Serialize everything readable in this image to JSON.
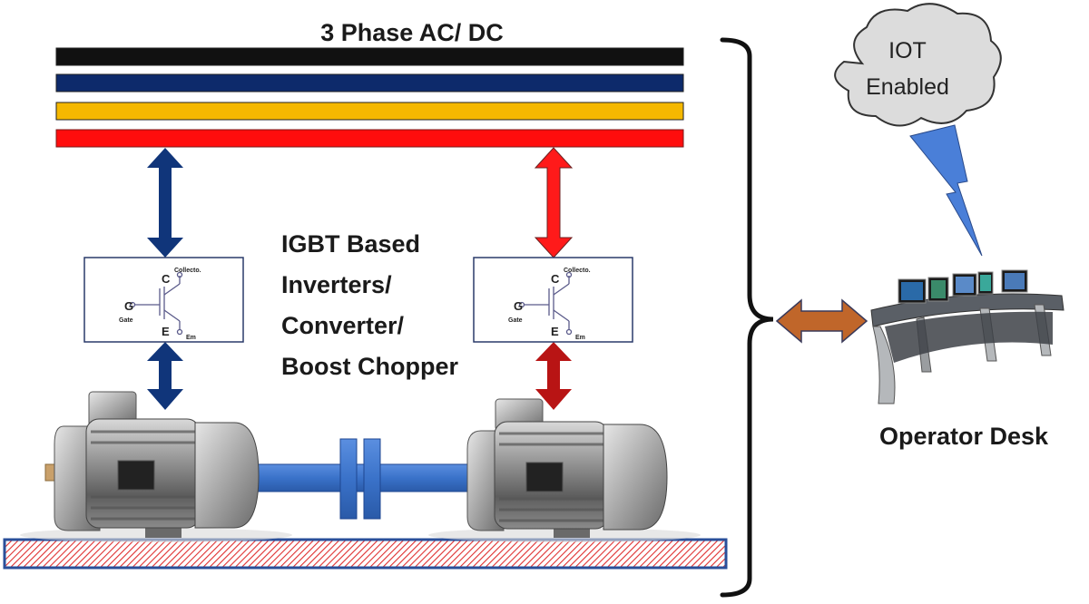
{
  "bus": {
    "title": "3 Phase AC/ DC",
    "colors": [
      "#111111",
      "#0d2a6b",
      "#f5b800",
      "#ff0d0d"
    ]
  },
  "converter": {
    "lines": [
      "IGBT Based",
      "Inverters/",
      "Converter/",
      "Boost Chopper"
    ],
    "symbol": {
      "collector_letter": "C",
      "collector_text": "Collecto.",
      "gate_letter": "G",
      "gate_text": "Gate",
      "emitter_letter": "E",
      "emitter_text": "Em"
    }
  },
  "cloud": {
    "line1": "IOT",
    "line2": "Enabled"
  },
  "desk": {
    "label": "Operator Desk"
  },
  "colors": {
    "left_arrow": "#10357a",
    "right_arrow": "#ff1a1a",
    "right_arrow_lower": "#b81414",
    "desk_arrow": "#c0662a",
    "lightning": "#4a7fd8",
    "shaft": "#3a72c9",
    "base_hatch": "#e03030",
    "base_border": "#2a4f9a"
  }
}
